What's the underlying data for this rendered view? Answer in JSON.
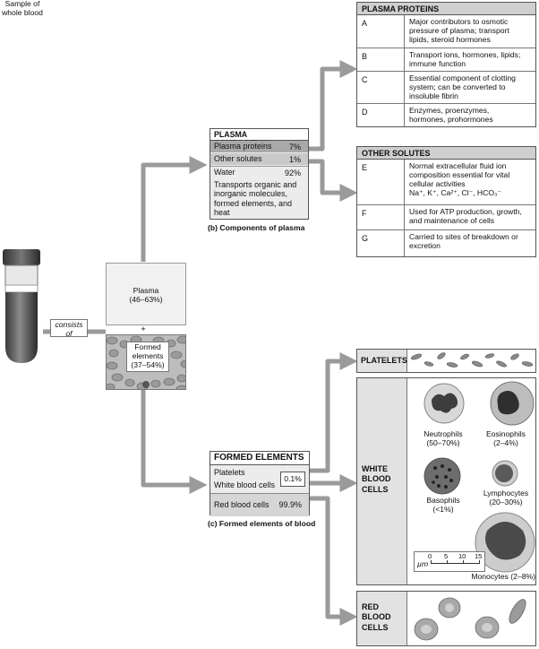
{
  "sample": {
    "label_line1": "Sample of",
    "label_line2": "whole blood"
  },
  "consists_of": {
    "line1": "consists",
    "line2": "of"
  },
  "plasma_box": {
    "label": "Plasma",
    "range": "(46–63%)"
  },
  "plus": "+",
  "formed_box": {
    "line1": "Formed",
    "line2": "elements",
    "range": "(37–54%)"
  },
  "plasma_composition": {
    "title": "PLASMA COMPOSITION",
    "rows": [
      {
        "label": "Plasma proteins",
        "value": "7%"
      },
      {
        "label": "Other solutes",
        "value": "1%"
      },
      {
        "label": "Water",
        "value": "92%"
      }
    ],
    "water_note": [
      "Transports organic and",
      "inorganic molecules,",
      "formed elements, and heat"
    ],
    "caption": "(b) Components of plasma"
  },
  "plasma_proteins": {
    "title": "PLASMA PROTEINS",
    "rows": [
      {
        "letter": "A",
        "desc": [
          "Major contributors to osmotic",
          "pressure of plasma; transport",
          "lipids, steroid hormones"
        ]
      },
      {
        "letter": "B",
        "desc": [
          "Transport ions, hormones, lipids;",
          "immune function"
        ]
      },
      {
        "letter": "C",
        "desc": [
          "Essential component of clotting",
          "system; can be converted to",
          "insoluble fibrin"
        ]
      },
      {
        "letter": "D",
        "desc": [
          "Enzymes, proenzymes,",
          "hormones, prohormones"
        ]
      }
    ]
  },
  "other_solutes": {
    "title": "OTHER SOLUTES",
    "rows": [
      {
        "letter": "E",
        "desc": [
          "Normal extracellular fluid ion",
          "composition essential for vital",
          "cellular activities"
        ],
        "ions": "Na⁺, K⁺, Ca²⁺, Cl⁻, HCO₃⁻"
      },
      {
        "letter": "F",
        "desc": [
          "Used for ATP production, growth,",
          "and maintenance of cells"
        ]
      },
      {
        "letter": "G",
        "desc": [
          "Carried to sites of breakdown or",
          "excretion"
        ]
      }
    ]
  },
  "formed_elements": {
    "title": "FORMED ELEMENTS",
    "rows": [
      {
        "label": "Platelets",
        "value": ""
      },
      {
        "label": "White blood cells",
        "value": "0.1%"
      },
      {
        "label": "Red blood cells",
        "value": "99.9%"
      }
    ],
    "caption": "(c) Formed elements of blood"
  },
  "platelets_panel": {
    "title": "PLATELETS"
  },
  "wbc_panel": {
    "title": [
      "WHITE",
      "BLOOD",
      "CELLS"
    ],
    "cells": [
      {
        "name": "Neutrophils",
        "pct": "(50–70%)"
      },
      {
        "name": "Eosinophils",
        "pct": "(2–4%)"
      },
      {
        "name": "Basophils",
        "pct": "(<1%)"
      },
      {
        "name": "Lymphocytes",
        "pct": "(20–30%)"
      },
      {
        "name": "Monocytes",
        "pct": "(2–8%)"
      }
    ],
    "scale": {
      "unit": "µm",
      "ticks": [
        "0",
        "5",
        "10",
        "15"
      ]
    }
  },
  "rbc_panel": {
    "title": [
      "RED",
      "BLOOD",
      "CELLS"
    ]
  }
}
